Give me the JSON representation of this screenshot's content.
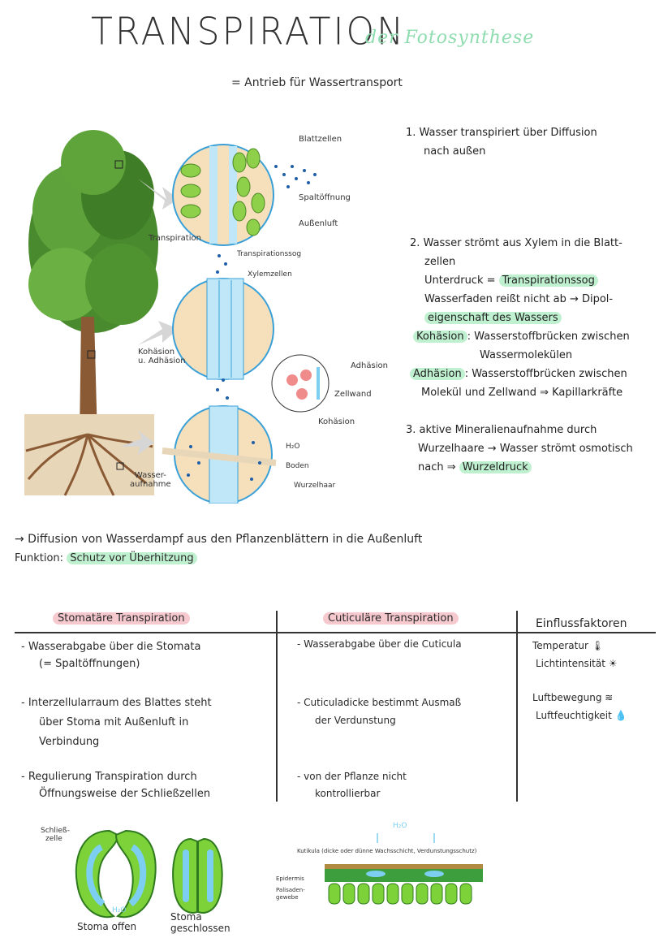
{
  "title": "TRANSPIRATION",
  "subtitle": "der Fotosynthese",
  "definition": "= Antrieb für Wassertransport",
  "diagram": {
    "labels": {
      "blattzellen": "Blattzellen",
      "spaltoeffnung": "Spaltöffnung",
      "aussenluft": "Außenluft",
      "transpiration": "Transpiration",
      "transpirationssog": "Transpirationssog",
      "xylemzellen": "Xylemzellen",
      "kohaesion_adhaesion_1": "Kohäsion",
      "kohaesion_adhaesion_2": "u. Adhäsion",
      "adhaesion": "Adhäsion",
      "zellwand": "Zellwand",
      "kohaesion": "Kohäsion",
      "h2o": "H₂O",
      "boden": "Boden",
      "wurzelhaar": "Wurzelhaar",
      "wasseraufnahme_1": "Wasser-",
      "wasseraufnahme_2": "aufnahme"
    }
  },
  "steps": {
    "s1_line1": "1. Wasser transpiriert über Diffusion",
    "s1_line2": "nach außen",
    "s2_line1": "2. Wasser strömt aus Xylem in die Blatt-",
    "s2_line2": "zellen",
    "s2_unterdruck": "Unterdruck =",
    "s2_sog": "Transpirationssog",
    "s2_faden": "Wasserfaden reißt nicht ab → Dipol-",
    "s2_dipol": "eigenschaft des Wassers",
    "s2_kohaesion": "Kohäsion",
    "s2_kohaesion_text": ": Wasserstoffbrücken zwischen",
    "s2_kohaesion_text2": "Wassermolekülen",
    "s2_adhaesion": "Adhäsion",
    "s2_adhaesion_text": ": Wasserstoffbrücken zwischen",
    "s2_adhaesion_text2": "Molekül und Zellwand ⇒ Kapillarkräfte",
    "s3_line1": "3. aktive Mineralienaufnahme durch",
    "s3_line2": "Wurzelhaare → Wasser strömt osmotisch",
    "s3_line3": "nach ⇒",
    "s3_druck": "Wurzeldruck"
  },
  "summary": {
    "line1": "→ Diffusion von Wasserdampf aus den Pflanzenblättern in die Außenluft",
    "funktion_label": "Funktion:",
    "funktion": "Schutz vor Überhitzung"
  },
  "table": {
    "col1_header": "Stomatäre Transpiration",
    "col2_header": "Cuticuläre Transpiration",
    "col3_header": "Einflussfaktoren",
    "col1_items": [
      [
        "- Wasserabgabe über die Stomata",
        "(= Spaltöffnungen)"
      ],
      [
        "- Interzellularraum des Blattes steht",
        "über Stoma mit Außenluft in",
        "Verbindung"
      ],
      [
        "- Regulierung Transpiration durch",
        "Öffnungsweise der Schließzellen"
      ]
    ],
    "col2_items": [
      [
        "- Wasserabgabe über die Cuticula"
      ],
      [
        "- Cuticuladicke bestimmt Ausmaß",
        "der Verdunstung"
      ],
      [
        "- von der Pflanze nicht",
        "kontrollierbar"
      ]
    ],
    "col3_items": [
      "Temperatur",
      "Lichtintensität",
      "Luftbewegung",
      "Luftfeuchtigkeit"
    ]
  },
  "bottom": {
    "schliesszelle_1": "Schließ-",
    "schliesszelle_2": "zelle",
    "h2o": "H₂O",
    "stoma_offen": "Stoma offen",
    "stoma_geschlossen_1": "Stoma",
    "stoma_geschlossen_2": "geschlossen",
    "h2o_top": "H₂O",
    "kutikula": "Kutikula (dicke oder dünne Wachsschicht, Verdunstungsschutz)",
    "epidermis": "Epidermis",
    "palisaden_1": "Palisaden-",
    "palisaden_2": "gewebe"
  },
  "colors": {
    "highlight_green": "#bff0cf",
    "highlight_pink": "#f6c9cf",
    "subtitle": "#8fdcaf",
    "cell_green": "#7dd23a",
    "water_blue": "#7ccff0",
    "dots_blue": "#1f5fa8"
  }
}
